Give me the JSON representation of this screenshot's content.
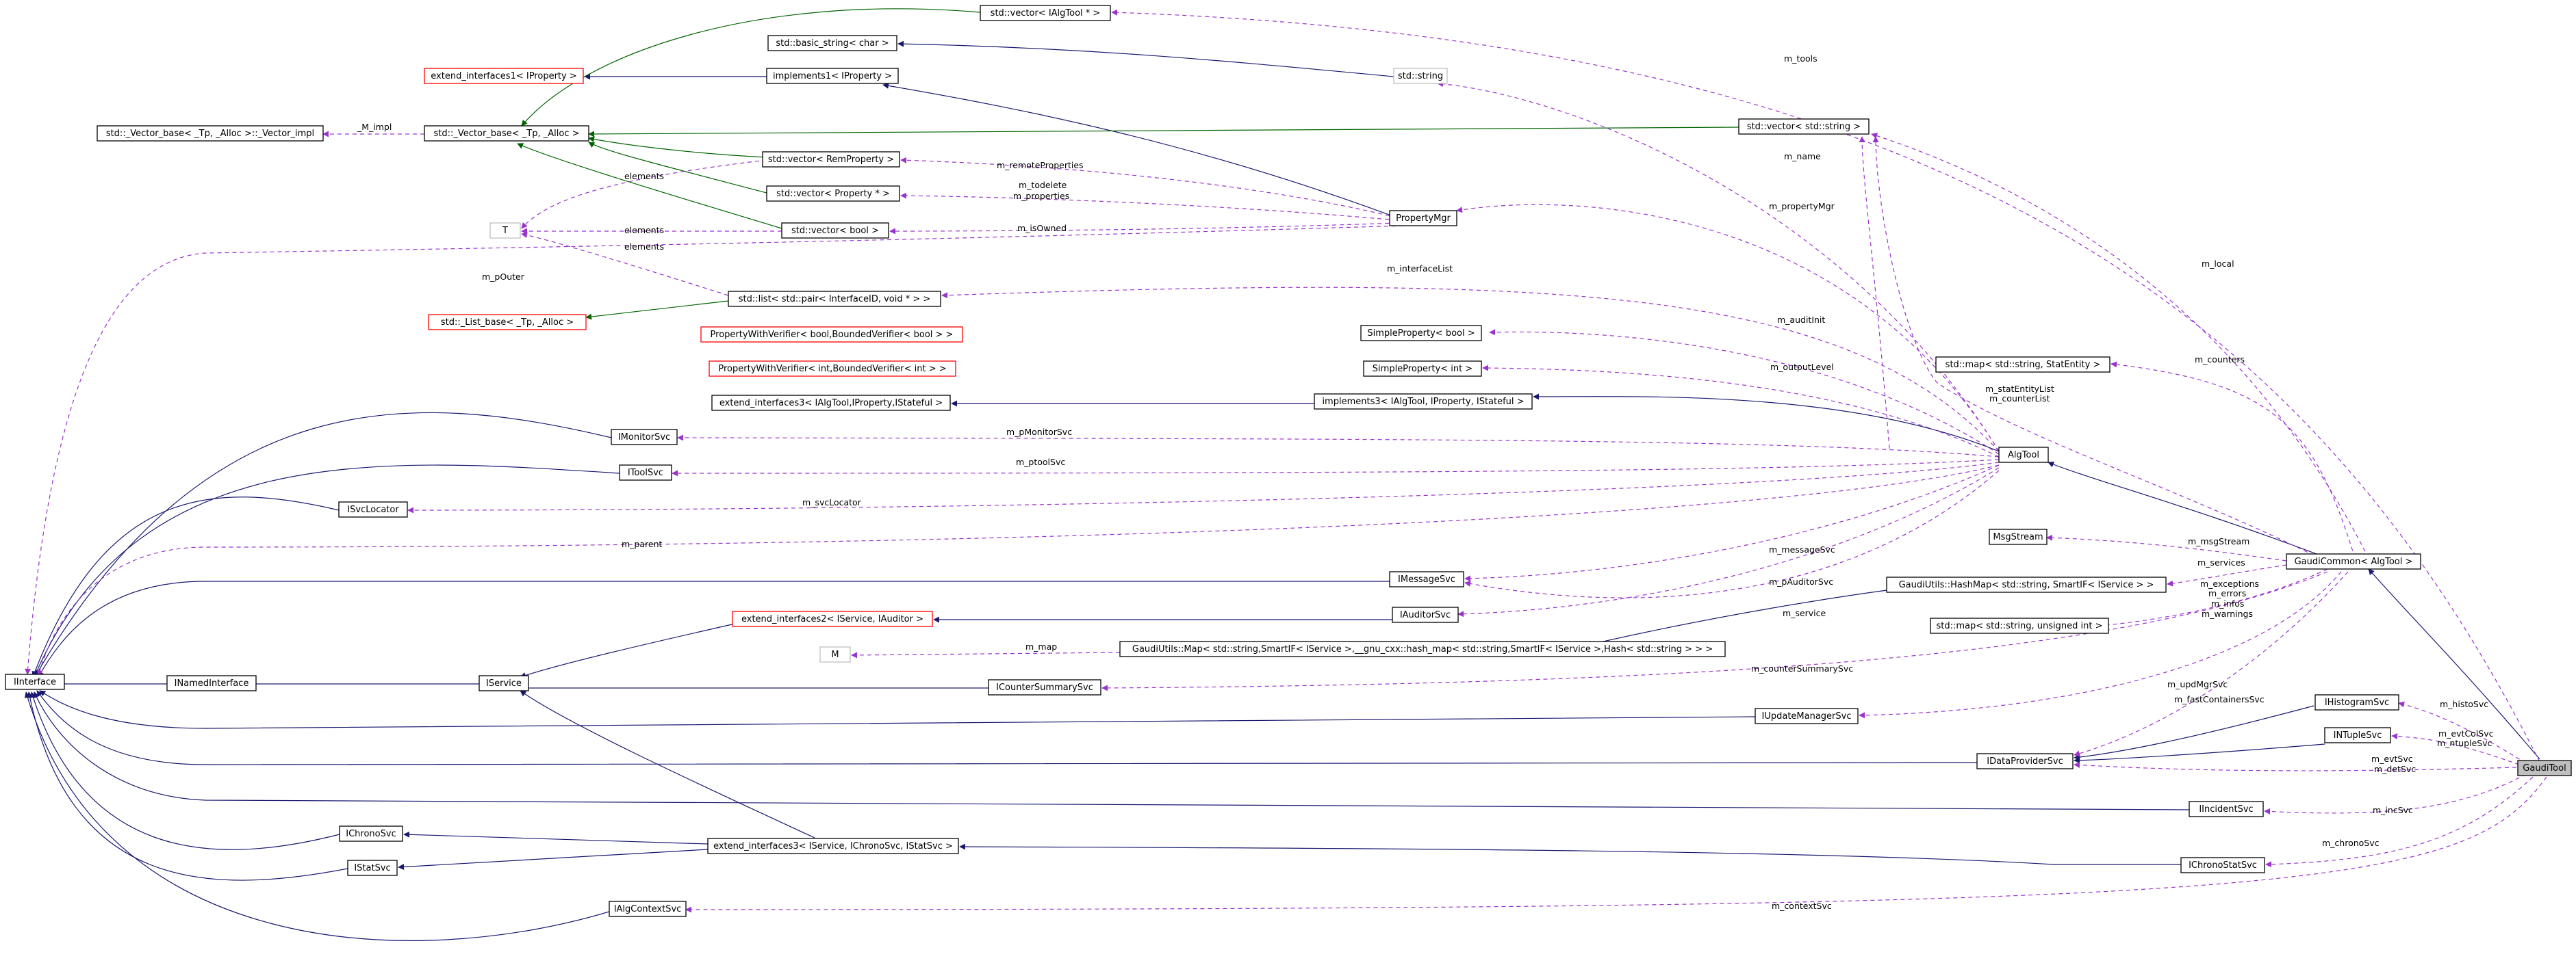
{
  "diagram": {
    "focus_node": "GaudiTool",
    "nodes": [
      {
        "id": "n_interface",
        "label": "IInterface"
      },
      {
        "id": "n_inamed",
        "label": "INamedInterface"
      },
      {
        "id": "n_iservice",
        "label": "IService"
      },
      {
        "id": "n_imonitor",
        "label": "IMonitorSvc"
      },
      {
        "id": "n_itoolsvc",
        "label": "IToolSvc"
      },
      {
        "id": "n_isvcloc",
        "label": "ISvcLocator"
      },
      {
        "id": "n_imsgsvc",
        "label": "IMessageSvc"
      },
      {
        "id": "n_iauditor",
        "label": "IAuditorSvc"
      },
      {
        "id": "n_icounter",
        "label": "ICounterSummarySvc"
      },
      {
        "id": "n_iupdate",
        "label": "IUpdateManagerSvc"
      },
      {
        "id": "n_idata",
        "label": "IDataProviderSvc"
      },
      {
        "id": "n_iincident",
        "label": "IIncidentSvc"
      },
      {
        "id": "n_ichronostat",
        "label": "IChronoStatSvc"
      },
      {
        "id": "n_ichrono",
        "label": "IChronoSvc"
      },
      {
        "id": "n_istat",
        "label": "IStatSvc"
      },
      {
        "id": "n_ialgctx",
        "label": "IAlgContextSvc"
      },
      {
        "id": "n_ihisto",
        "label": "IHistogramSvc"
      },
      {
        "id": "n_intuple",
        "label": "INTupleSvc"
      },
      {
        "id": "n_gauditool",
        "label": "GaudiTool"
      },
      {
        "id": "n_gaudicommon",
        "label": "GaudiCommon< AlgTool >"
      },
      {
        "id": "n_algtool",
        "label": "AlgTool"
      },
      {
        "id": "n_propmgr",
        "label": "PropertyMgr"
      },
      {
        "id": "n_msgstream",
        "label": "MsgStream"
      },
      {
        "id": "n_vec_ialgtool",
        "label": "std::vector< IAlgTool * >"
      },
      {
        "id": "n_basic_string",
        "label": "std::basic_string< char >"
      },
      {
        "id": "n_string",
        "label": "std::string"
      },
      {
        "id": "n_ext_if1",
        "label": "extend_interfaces1< IProperty >"
      },
      {
        "id": "n_impl1",
        "label": "implements1< IProperty >"
      },
      {
        "id": "n_vecbase_impl",
        "label": "std::_Vector_base< _Tp, _Alloc >::_Vector_impl"
      },
      {
        "id": "n_vecbase",
        "label": "std::_Vector_base< _Tp, _Alloc >"
      },
      {
        "id": "n_vec_string",
        "label": "std::vector< std::string >"
      },
      {
        "id": "n_vec_remprop",
        "label": "std::vector< RemProperty >"
      },
      {
        "id": "n_vec_prop",
        "label": "std::vector< Property * >"
      },
      {
        "id": "n_vec_bool",
        "label": "std::vector< bool >"
      },
      {
        "id": "n_t",
        "label": "T"
      },
      {
        "id": "n_list_pair",
        "label": "std::list< std::pair< InterfaceID, void * > >"
      },
      {
        "id": "n_list_base",
        "label": "std::_List_base< _Tp, _Alloc >"
      },
      {
        "id": "n_pwv_bool",
        "label": "PropertyWithVerifier< bool,BoundedVerifier< bool > >"
      },
      {
        "id": "n_sp_bool",
        "label": "SimpleProperty< bool >"
      },
      {
        "id": "n_pwv_int",
        "label": "PropertyWithVerifier< int,BoundedVerifier< int > >"
      },
      {
        "id": "n_sp_int",
        "label": "SimpleProperty< int >"
      },
      {
        "id": "n_ext_if3_ialgtool",
        "label": "extend_interfaces3< IAlgTool,IProperty,IStateful >"
      },
      {
        "id": "n_impl3",
        "label": "implements3< IAlgTool, IProperty, IStateful >"
      },
      {
        "id": "n_map_statentity",
        "label": "std::map< std::string, StatEntity >"
      },
      {
        "id": "n_hashmap",
        "label": "GaudiUtils::HashMap< std::string, SmartIF< IService > >"
      },
      {
        "id": "n_map_uint",
        "label": "std::map< std::string, unsigned int >"
      },
      {
        "id": "n_ext_if2",
        "label": "extend_interfaces2< IService, IAuditor >"
      },
      {
        "id": "n_m",
        "label": "M"
      },
      {
        "id": "n_gu_map",
        "label": "GaudiUtils::Map< std::string,SmartIF< IService >,__gnu_cxx::hash_map< std::string,SmartIF< IService >,Hash< std::string > > >"
      },
      {
        "id": "n_ext_if3_iservice",
        "label": "extend_interfaces3< IService, IChronoSvc, IStatSvc >"
      }
    ],
    "edge_labels": [
      {
        "id": "l_m_tools",
        "text": "m_tools"
      },
      {
        "id": "l_m_impl",
        "text": "_M_impl"
      },
      {
        "id": "l_elements1",
        "text": "elements"
      },
      {
        "id": "l_elements2",
        "text": "elements"
      },
      {
        "id": "l_elements3",
        "text": "elements"
      },
      {
        "id": "l_m_name",
        "text": "m_name"
      },
      {
        "id": "l_m_remoteprops",
        "text": "m_remoteProperties"
      },
      {
        "id": "l_m_todelete",
        "text": "m_todelete"
      },
      {
        "id": "l_m_properties",
        "text": "m_properties"
      },
      {
        "id": "l_m_propertymgr",
        "text": "m_propertyMgr"
      },
      {
        "id": "l_m_isowned",
        "text": "m_isOwned"
      },
      {
        "id": "l_m_pouter",
        "text": "m_pOuter"
      },
      {
        "id": "l_m_interfacelist",
        "text": "m_interfaceList"
      },
      {
        "id": "l_m_local",
        "text": "m_local"
      },
      {
        "id": "l_m_audinit",
        "text": "m_auditInit"
      },
      {
        "id": "l_m_counters",
        "text": "m_counters"
      },
      {
        "id": "l_m_outputlevel",
        "text": "m_outputLevel"
      },
      {
        "id": "l_m_statentitylist",
        "text": "m_statEntityList"
      },
      {
        "id": "l_m_counterlist",
        "text": "m_counterList"
      },
      {
        "id": "l_m_pmonitorsvc",
        "text": "m_pMonitorSvc"
      },
      {
        "id": "l_m_ptoolsvc",
        "text": "m_ptoolSvc"
      },
      {
        "id": "l_m_svclocator",
        "text": "m_svcLocator"
      },
      {
        "id": "l_m_parent",
        "text": "m_parent"
      },
      {
        "id": "l_m_messagesvc",
        "text": "m_messageSvc"
      },
      {
        "id": "l_m_msgstream",
        "text": "m_msgStream"
      },
      {
        "id": "l_m_services",
        "text": "m_services"
      },
      {
        "id": "l_m_pauditorsvc",
        "text": "m_pAuditorSvc"
      },
      {
        "id": "l_m_exceptions",
        "text": "m_exceptions"
      },
      {
        "id": "l_m_errors",
        "text": "m_errors"
      },
      {
        "id": "l_m_infos",
        "text": "m_infos"
      },
      {
        "id": "l_m_warnings",
        "text": "m_warnings"
      },
      {
        "id": "l_m_service",
        "text": "m_service"
      },
      {
        "id": "l_m_map",
        "text": "m_map"
      },
      {
        "id": "l_m_countersummarysvc",
        "text": "m_counterSummarySvc"
      },
      {
        "id": "l_m_updmgrsvc",
        "text": "m_updMgrSvc"
      },
      {
        "id": "l_m_fastcontainerssvc",
        "text": "m_fastContainersSvc"
      },
      {
        "id": "l_m_histosvc",
        "text": "m_histoSvc"
      },
      {
        "id": "l_m_evtcolsvc",
        "text": "m_evtColSvc"
      },
      {
        "id": "l_m_ntuplesvc",
        "text": "m_ntupleSvc"
      },
      {
        "id": "l_m_evtsvc",
        "text": "m_evtSvc"
      },
      {
        "id": "l_m_detsvc",
        "text": "m_detSvc"
      },
      {
        "id": "l_m_incsvc",
        "text": "m_incSvc"
      },
      {
        "id": "l_m_chronosvc",
        "text": "m_chronoSvc"
      },
      {
        "id": "l_m_contextsvc",
        "text": "m_contextSvc"
      }
    ],
    "colors": {
      "inheritance": "#191970",
      "template": "#006400",
      "usage": "#9a32cd",
      "node_border": "#000000",
      "undocumented_border": "#ff0000",
      "template_param_border": "#bfbfbf",
      "focus_fill": "#bfbfbf"
    }
  }
}
